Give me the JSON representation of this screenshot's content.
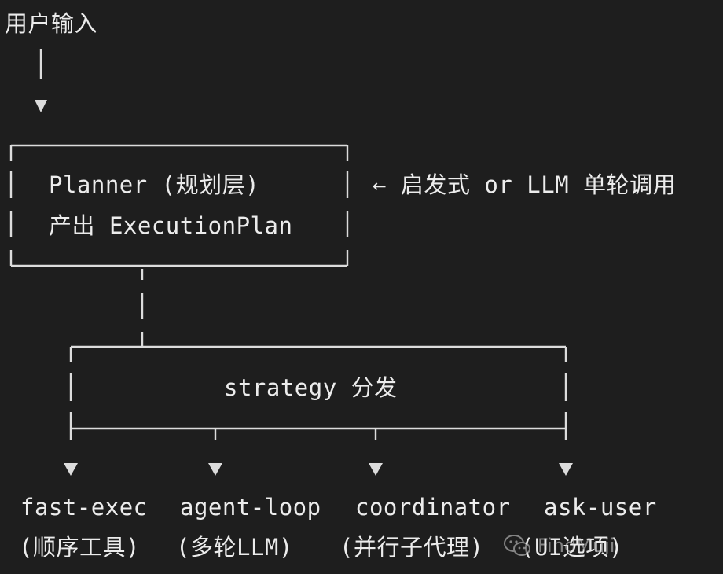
{
  "input": {
    "label": "用户输入"
  },
  "planner": {
    "line1": "Planner (规划层)",
    "line2": "产出 ExecutionPlan",
    "note": "← 启发式 or LLM 单轮调用"
  },
  "dispatch": {
    "label": "strategy 分发"
  },
  "strategies": [
    {
      "name": "fast-exec",
      "desc": "(顺序工具)"
    },
    {
      "name": "agent-loop",
      "desc": "(多轮LLM)"
    },
    {
      "name": "coordinator",
      "desc": "(并行子代理)"
    },
    {
      "name": "ask-user",
      "desc": "(UI选项)"
    }
  ],
  "watermark": {
    "text": "FindMuji",
    "icon": "wechat-icon"
  },
  "colors": {
    "background": "#1e1e1e",
    "foreground": "#ececec"
  }
}
